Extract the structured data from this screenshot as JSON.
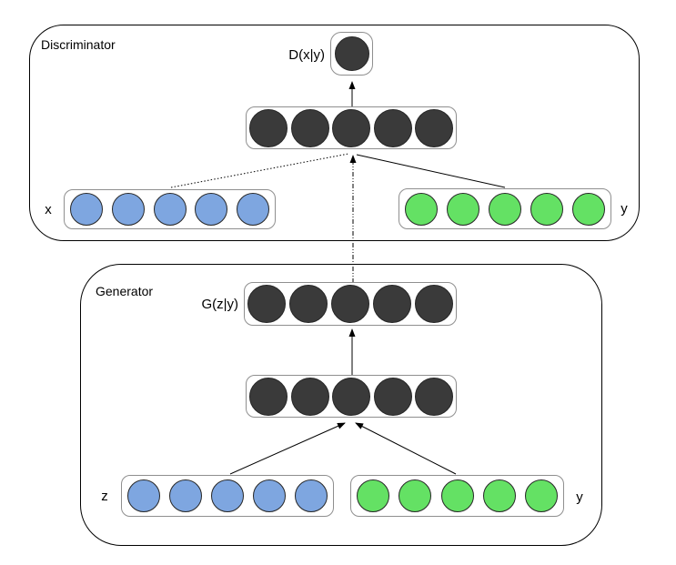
{
  "diagram": {
    "type": "conditional-gan-architecture",
    "colors": {
      "neuron_dark": "#3A3A3A",
      "neuron_blue": "#7EA6E0",
      "neuron_green": "#64E164",
      "box_border": "#000000",
      "layer_border": "#8F8F8F"
    },
    "discriminator": {
      "title": "Discriminator",
      "output_label": "D(x|y)",
      "x_label": "x",
      "y_label": "y",
      "layers": {
        "output": {
          "count": 1,
          "color": "#3A3A3A"
        },
        "hidden": {
          "count": 5,
          "color": "#3A3A3A"
        },
        "x_input": {
          "count": 5,
          "color": "#7EA6E0"
        },
        "y_input": {
          "count": 5,
          "color": "#64E164"
        }
      }
    },
    "generator": {
      "title": "Generator",
      "output_label": "G(z|y)",
      "z_label": "z",
      "y_label": "y",
      "layers": {
        "output": {
          "count": 5,
          "color": "#3A3A3A"
        },
        "hidden": {
          "count": 5,
          "color": "#3A3A3A"
        },
        "z_input": {
          "count": 5,
          "color": "#7EA6E0"
        },
        "y_input": {
          "count": 5,
          "color": "#64E164"
        }
      }
    },
    "connections": [
      "discriminator-hidden to D(x|y) output (solid arrow)",
      "x input to discriminator-hidden (dotted line)",
      "y input to discriminator-hidden (solid line)",
      "G(z|y) output to discriminator-hidden (dash-dot arrow)",
      "generator-hidden to G(z|y) output (solid arrow)",
      "z input to generator-hidden (solid arrow)",
      "y input to generator-hidden (solid arrow)"
    ]
  }
}
